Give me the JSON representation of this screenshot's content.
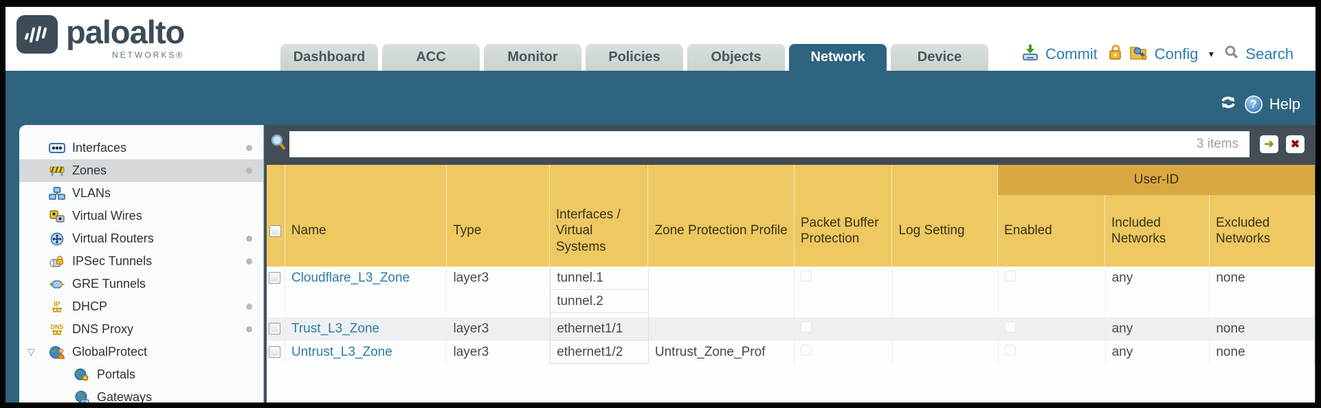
{
  "brand": {
    "wordmark": "paloalto",
    "subtext": "NETWORKS®"
  },
  "nav": {
    "tabs": [
      {
        "label": "Dashboard",
        "active": false
      },
      {
        "label": "ACC",
        "active": false
      },
      {
        "label": "Monitor",
        "active": false
      },
      {
        "label": "Policies",
        "active": false
      },
      {
        "label": "Objects",
        "active": false
      },
      {
        "label": "Network",
        "active": true
      },
      {
        "label": "Device",
        "active": false
      }
    ]
  },
  "quick_actions": {
    "commit": "Commit",
    "config": "Config",
    "search": "Search"
  },
  "band_actions": {
    "help": "Help"
  },
  "glyphs": {
    "caret": "▼",
    "go": "➔",
    "clear": "✖",
    "help_q": "?",
    "expander": "▽"
  },
  "sidebar": {
    "items": [
      {
        "label": "Interfaces",
        "dot": true
      },
      {
        "label": "Zones",
        "dot": true,
        "selected": true
      },
      {
        "label": "VLANs",
        "dot": false
      },
      {
        "label": "Virtual Wires",
        "dot": false
      },
      {
        "label": "Virtual Routers",
        "dot": true
      },
      {
        "label": "IPSec Tunnels",
        "dot": true
      },
      {
        "label": "GRE Tunnels",
        "dot": false
      },
      {
        "label": "DHCP",
        "dot": true
      },
      {
        "label": "DNS Proxy",
        "dot": true
      },
      {
        "label": "GlobalProtect",
        "dot": false,
        "expanded": true
      },
      {
        "label": "Portals",
        "dot": false,
        "child": true
      },
      {
        "label": "Gateways",
        "dot": false,
        "child": true
      }
    ]
  },
  "filter": {
    "value": "",
    "items_count": "3 items"
  },
  "table": {
    "group_header": "User-ID",
    "columns": [
      "Name",
      "Type",
      "Interfaces / Virtual Systems",
      "Zone Protection Profile",
      "Packet Buffer Protection",
      "Log Setting",
      "Enabled",
      "Included Networks",
      "Excluded Networks"
    ],
    "rows": [
      {
        "name": "Cloudflare_L3_Zone",
        "type": "layer3",
        "interfaces": [
          "tunnel.1",
          "tunnel.2"
        ],
        "zone_protection_profile": "",
        "packet_buffer_protection": false,
        "log_setting": "",
        "user_id_enabled": false,
        "included_networks": "any",
        "excluded_networks": "none"
      },
      {
        "name": "Trust_L3_Zone",
        "type": "layer3",
        "interfaces": [
          "ethernet1/1"
        ],
        "zone_protection_profile": "",
        "packet_buffer_protection": false,
        "log_setting": "",
        "user_id_enabled": false,
        "included_networks": "any",
        "excluded_networks": "none"
      },
      {
        "name": "Untrust_L3_Zone",
        "type": "layer3",
        "interfaces": [
          "ethernet1/2"
        ],
        "zone_protection_profile": "Untrust_Zone_Prof",
        "packet_buffer_protection": false,
        "log_setting": "",
        "user_id_enabled": false,
        "included_networks": "any",
        "excluded_networks": "none"
      }
    ]
  },
  "colors": {
    "teal": "#2e6480",
    "slate": "#424d54",
    "header_gold": "#eec861",
    "group_gold": "#d9a840",
    "link_blue": "#2e7ba2",
    "action_blue": "#2b7db0",
    "selected_gray": "#d5d9db"
  }
}
